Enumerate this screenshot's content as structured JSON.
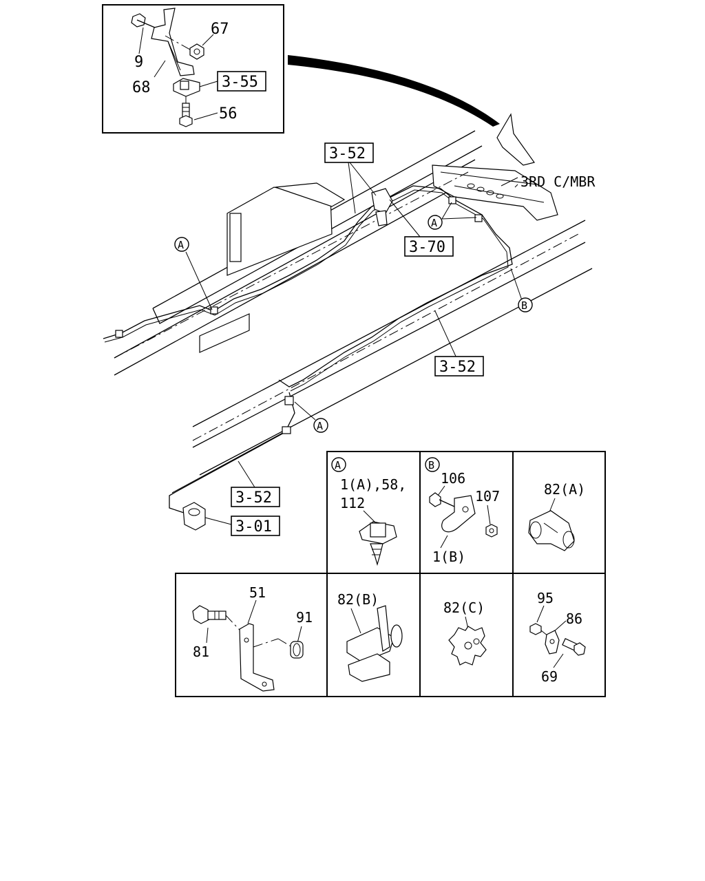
{
  "detail_inset": {
    "labels": {
      "bolt": "9",
      "bracket": "68",
      "nut": "67",
      "ref": "3-55",
      "screw": "56"
    }
  },
  "main_diagram": {
    "ref_boxes": {
      "pipe_upper": "3-52",
      "part_3_70": "3-70",
      "pipe_mid": "3-52",
      "pipe_lower": "3-52",
      "connector": "3-01"
    },
    "crossmember_label": "3RD C/MBR",
    "circle_markers": {
      "a": "A",
      "b": "B"
    }
  },
  "parts_grid": {
    "cell_a": {
      "marker": "A",
      "line1": "1(A),58,",
      "line2": "112"
    },
    "cell_b": {
      "marker": "B",
      "bolt": "106",
      "nut": "107",
      "clip": "1(B)"
    },
    "cell_82a": {
      "label": "82(A)"
    },
    "cell_bracket": {
      "bracket": "51",
      "bolt": "81",
      "nut": "91"
    },
    "cell_82b": {
      "label": "82(B)"
    },
    "cell_82c": {
      "label": "82(C)"
    },
    "cell_misc": {
      "nut": "95",
      "clip": "86",
      "bolt": "69"
    }
  }
}
